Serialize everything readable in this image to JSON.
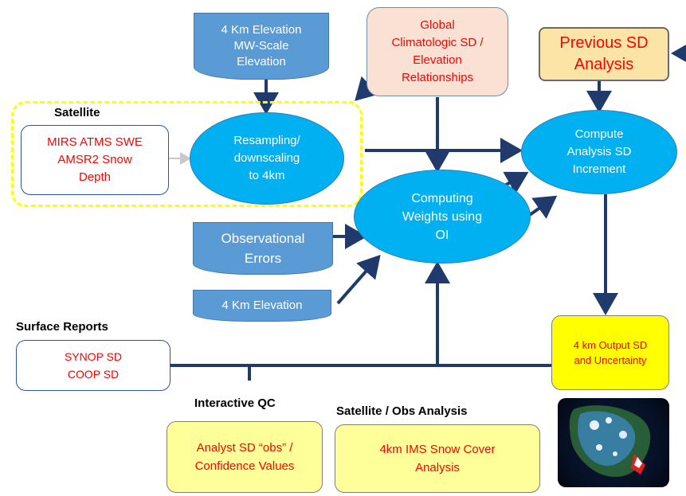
{
  "nodes": {
    "elevation_top": [
      "4 Km Elevation",
      "MW-Scale",
      "Elevation"
    ],
    "global_climatologic": [
      "Global",
      "Climatologic SD /",
      "Elevation",
      "Relationships"
    ],
    "previous_sd": [
      "Previous SD",
      "Analysis"
    ],
    "satellite_sources": [
      "MIRS ATMS SWE",
      "AMSR2 Snow",
      "Depth"
    ],
    "resampling": [
      "Resampling/",
      "downscaling",
      "to 4km"
    ],
    "compute_increment": [
      "Compute",
      "Analysis SD",
      "Increment"
    ],
    "computing_weights": [
      "Computing",
      "Weights using",
      "OI"
    ],
    "observational_errors": [
      "Observational",
      "Errors"
    ],
    "elevation_bottom": [
      "4 Km Elevation"
    ],
    "surface_sources": [
      "SYNOP SD",
      "COOP SD"
    ],
    "output_sd": [
      "4 km Output SD",
      "and Uncertainty"
    ],
    "analyst_sd": [
      "Analyst SD “obs” /",
      "Confidence Values"
    ],
    "ims_snow": [
      "4km IMS Snow Cover",
      "Analysis"
    ]
  },
  "labels": {
    "satellite": "Satellite",
    "surface_reports": "Surface Reports",
    "interactive_qc": "Interactive QC",
    "satellite_obs_analysis": "Satellite / Obs Analysis"
  },
  "colors": {
    "arrow": "#1f3a6b",
    "ellipse": "#00b0f0",
    "blue_doc": "#5b9bd5",
    "red_text": "#ff0000",
    "yellow_fill": "#ffff99",
    "output_fill": "#ffff00",
    "previous_fill": "#fce4a6",
    "global_fill": "#fbe0d4",
    "dashed_highlight": "#ffff00"
  }
}
